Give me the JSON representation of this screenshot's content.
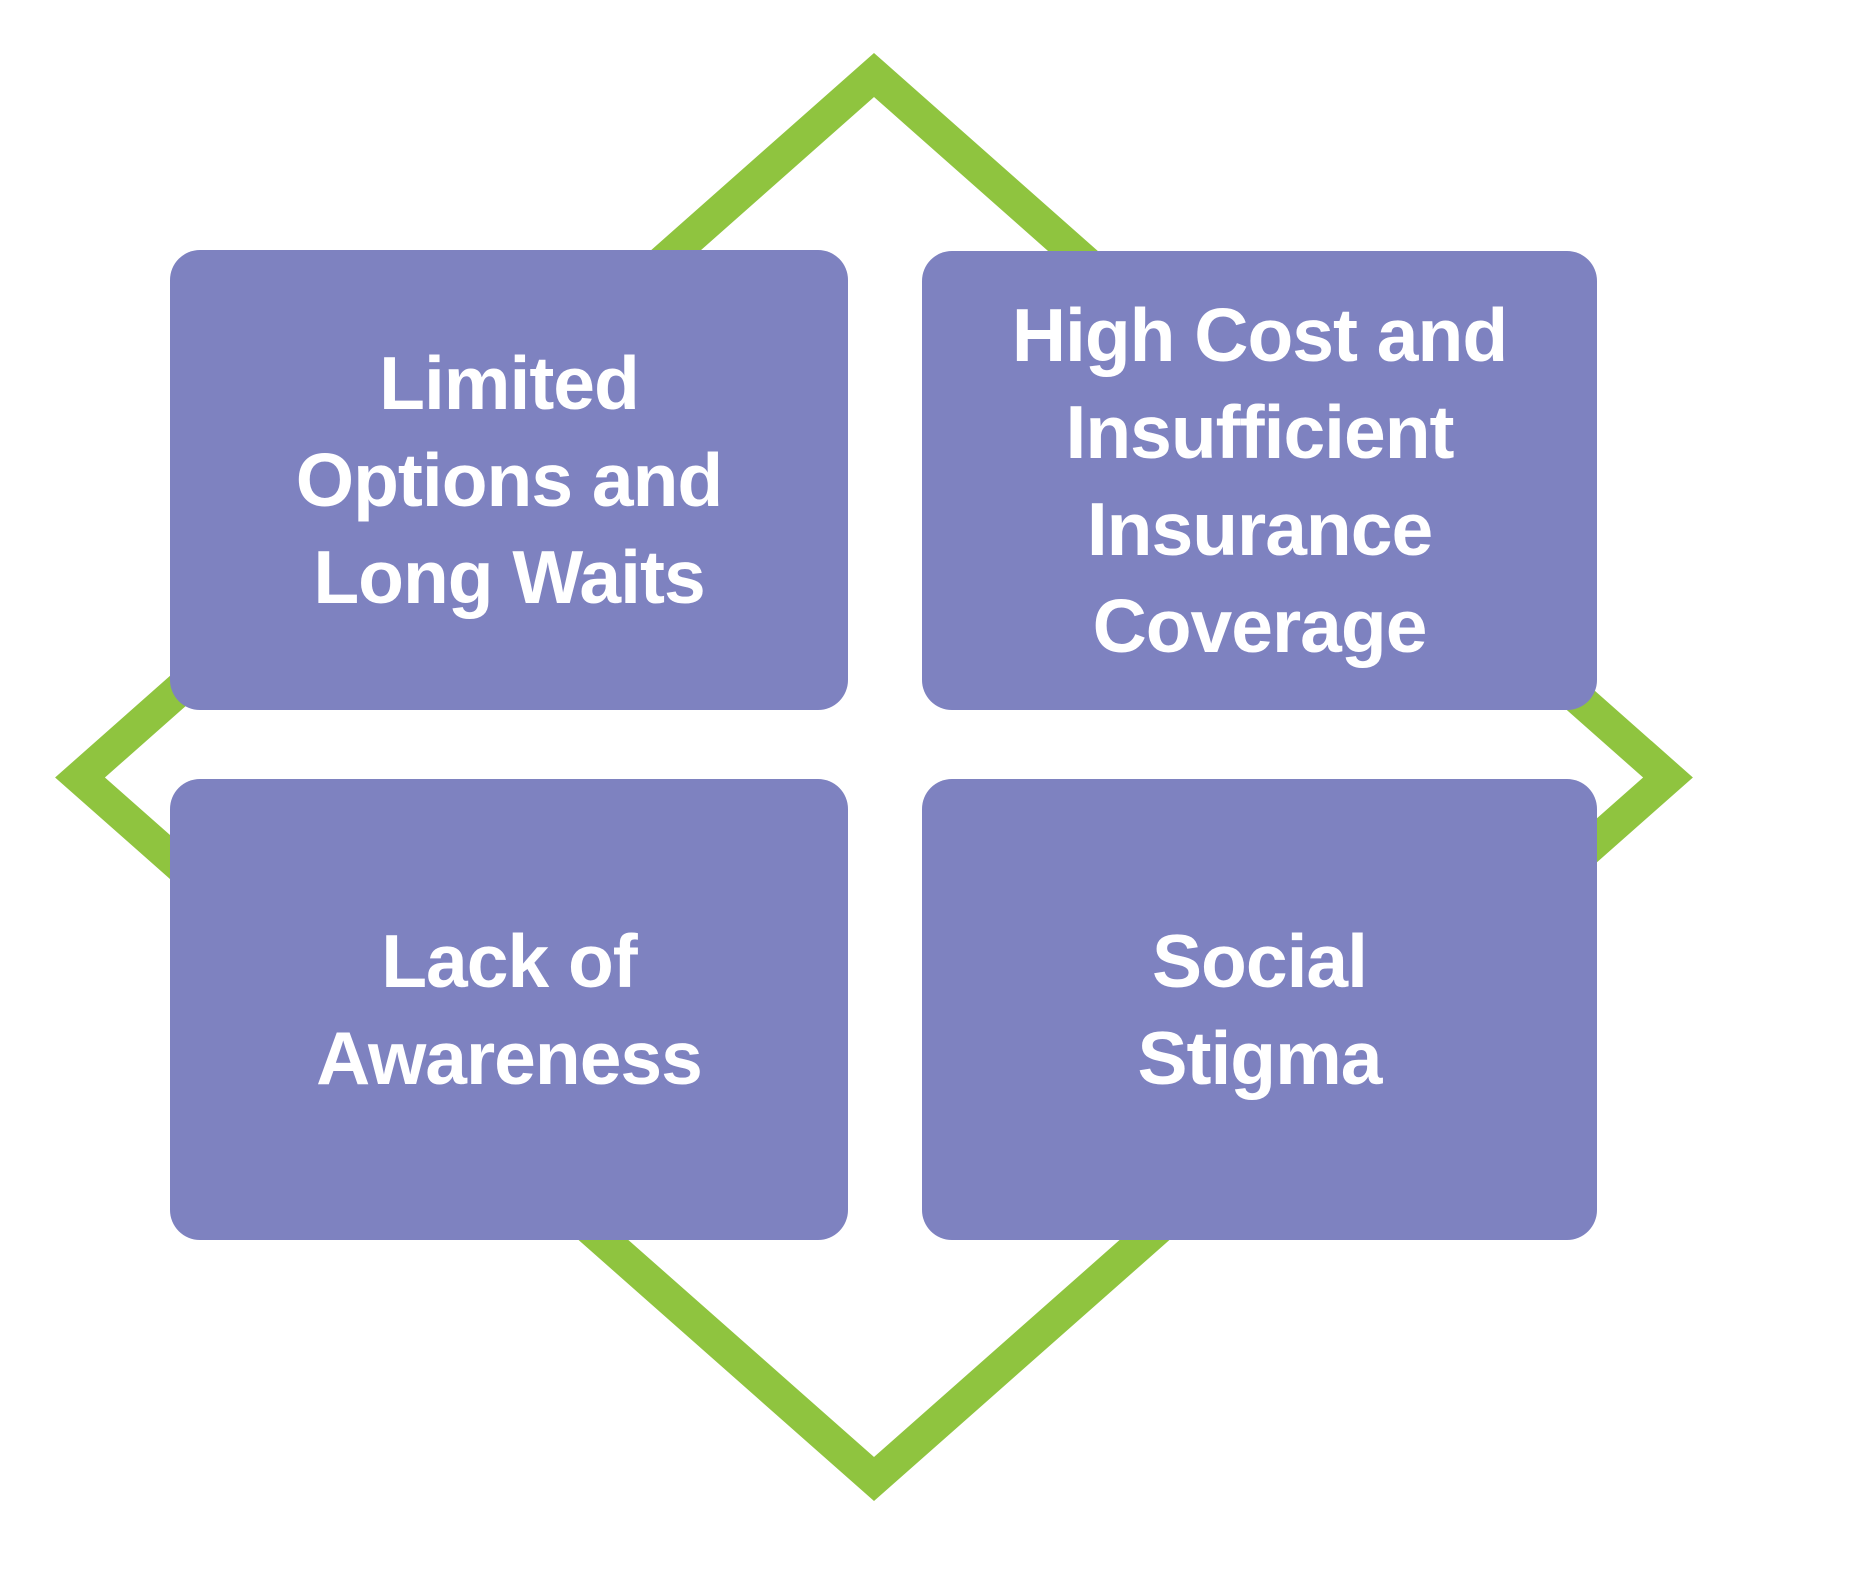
{
  "colors": {
    "background": "#FFFFFF",
    "box_fill": "#7E82C0",
    "diamond_stroke": "#8FC43F",
    "text": "#FFFFFF"
  },
  "boxes": [
    {
      "name": "limited-options-and-long-waits",
      "lines": [
        "Limited",
        "Options and",
        "Long Waits"
      ]
    },
    {
      "name": "high-cost-and-insufficient-insurance-coverage",
      "lines": [
        "High Cost and",
        "Insufficient",
        "Insurance",
        "Coverage"
      ]
    },
    {
      "name": "lack-of-awareness",
      "lines": [
        "Lack of",
        "Awareness"
      ]
    },
    {
      "name": "social-stigma",
      "lines": [
        "Social",
        "Stigma"
      ]
    }
  ]
}
